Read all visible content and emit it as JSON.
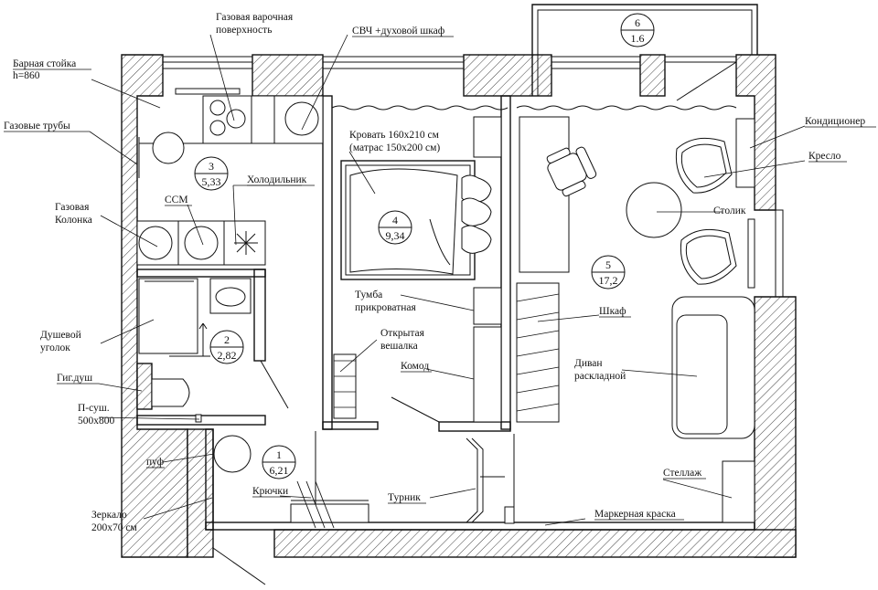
{
  "labels": {
    "bar_counter": "Барная стойка",
    "bar_counter_h": "h=860",
    "gas_hob_1": "Газовая варочная",
    "gas_hob_2": "поверхность",
    "microwave_oven": "СВЧ +духовой шкаф",
    "gas_pipes": "Газовые трубы",
    "gas_heater_1": "Газовая",
    "gas_heater_2": "Колонка",
    "washer": "ССМ",
    "fridge": "Холодильник",
    "bed_1": "Кровать 160х210 см",
    "bed_2": "(матрас 150х200 см)",
    "air_conditioner": "Кондиционер",
    "armchair": "Кресло",
    "coffee_table": "Столик",
    "shower_1": "Душевой",
    "shower_2": "уголок",
    "nightstand_1": "Тумба",
    "nightstand_2": "прикроватная",
    "open_rack_1": "Открытая",
    "open_rack_2": "вешалка",
    "dresser": "Комод",
    "wardrobe": "Шкаф",
    "sofa_1": "Диван",
    "sofa_2": "раскладной",
    "hygienic_shower": "Гиг.душ",
    "towel_dryer_1": "П-суш.",
    "towel_dryer_2": "500х800",
    "pouf": "пуф",
    "hooks": "Крючки",
    "pull_up_bar": "Турник",
    "mirror_1": "Зеркало",
    "mirror_2": "200х70 см",
    "rack": "Стеллаж",
    "marker_paint": "Маркерная краска"
  },
  "rooms": [
    {
      "num": "1",
      "area": "6,21"
    },
    {
      "num": "2",
      "area": "2,82"
    },
    {
      "num": "3",
      "area": "5,33"
    },
    {
      "num": "4",
      "area": "9,34"
    },
    {
      "num": "5",
      "area": "17,2"
    },
    {
      "num": "6",
      "area": "1.6"
    }
  ]
}
